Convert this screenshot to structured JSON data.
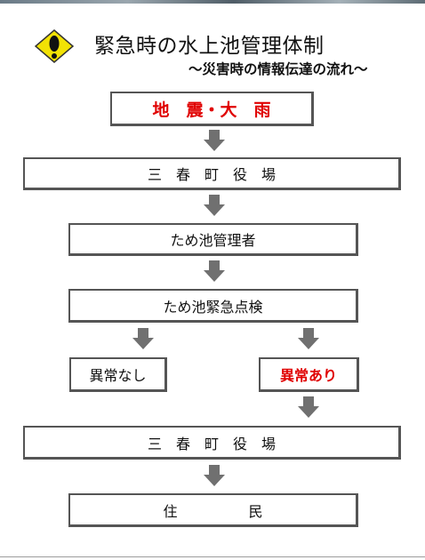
{
  "header": {
    "title": "緊急時の水上池管理体制",
    "subtitle": "～災害時の情報伝達の流れ～",
    "icon": "warning-diamond-icon"
  },
  "flow": {
    "trigger": "地　震・大　雨",
    "town_office_1": "三　春　町　役　場",
    "pond_manager": "ため池管理者",
    "inspection": "ため池緊急点検",
    "no_abnormality": "異常なし",
    "abnormality": "異常あり",
    "town_office_2": "三　春　町　役　場",
    "residents": "住　　　　　民"
  },
  "colors": {
    "alert_red": "#e00000",
    "arrow_gray": "#707070",
    "box_border": "#555555",
    "icon_yellow": "#f2e205"
  }
}
